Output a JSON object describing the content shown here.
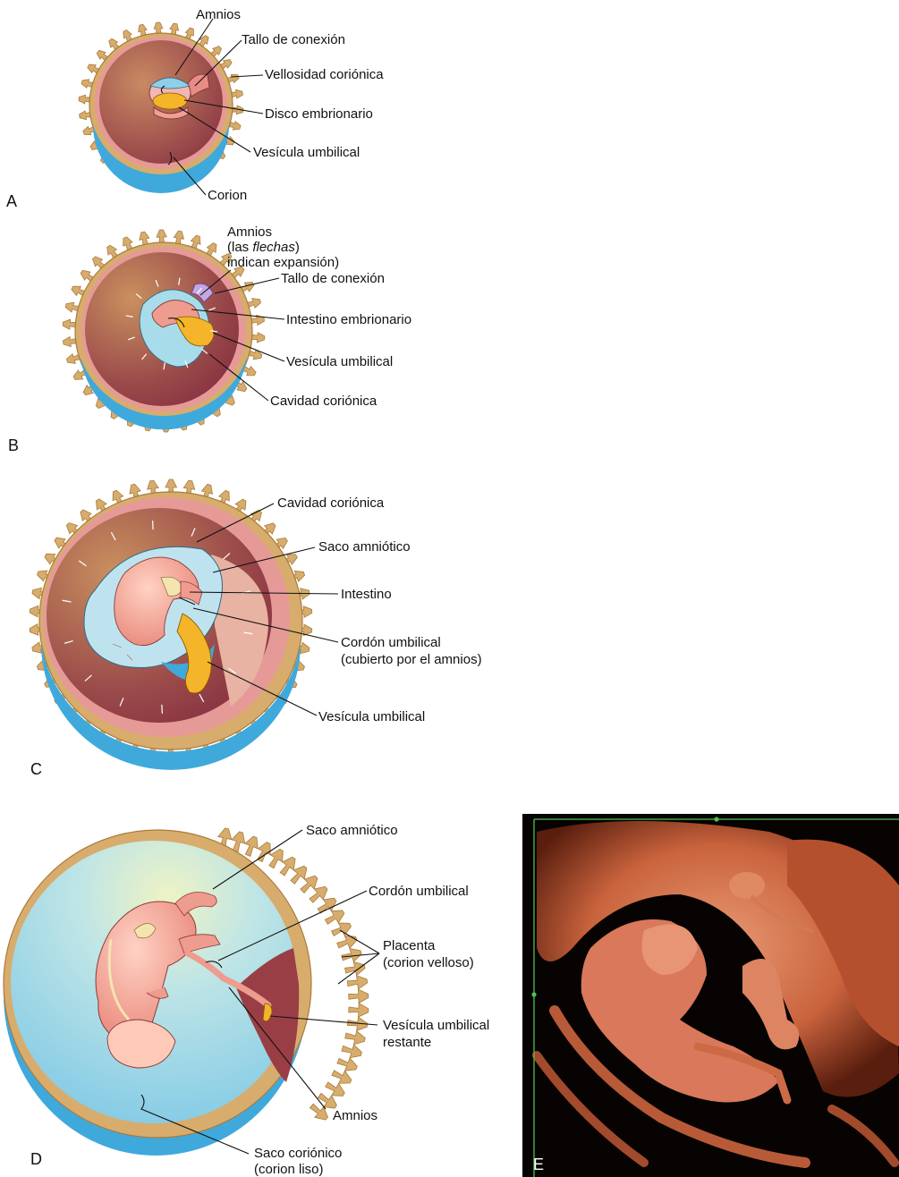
{
  "panels": {
    "A": {
      "letter": "A",
      "amnios": "Amnios",
      "tallo": "Tallo de conexión",
      "vellosidad": "Vellosidad coriónica",
      "disco": "Disco embrionario",
      "vesicula": "Vesícula umbilical",
      "corion": "Corion"
    },
    "B": {
      "letter": "B",
      "amnios_line1": "Amnios",
      "amnios_line2_pre": "(las ",
      "amnios_line2_em": "flechas",
      "amnios_line3": "indican expansión)",
      "tallo": "Tallo de conexión",
      "intestino": "Intestino embrionario",
      "vesicula": "Vesícula umbilical",
      "cavidad": "Cavidad coriónica"
    },
    "C": {
      "letter": "C",
      "cavidad": "Cavidad coriónica",
      "saco": "Saco amniótico",
      "intestino": "Intestino",
      "cordon_line1": "Cordón umbilical",
      "cordon_line2": "(cubierto por el amnios)",
      "vesicula": "Vesícula umbilical"
    },
    "D": {
      "letter": "D",
      "saco": "Saco amniótico",
      "cordon": "Cordón umbilical",
      "placenta_line1": "Placenta",
      "placenta_line2": "(corion velloso)",
      "vesicula_line1": "Vesícula umbilical",
      "vesicula_line2": "restante",
      "amnios": "Amnios",
      "corionico_line1": "Saco coriónico",
      "corionico_line2": "(corion liso)"
    },
    "E": {
      "letter": "E"
    }
  },
  "colors": {
    "villi": "#d8ac6c",
    "villi_stroke": "#a87c3c",
    "chorion_blue": "#3fa9dc",
    "cavity_brown": "#9a3e45",
    "cavity_light": "#d49a84",
    "pink_ring": "#e59a98",
    "amnion_blue": "#bfe3ee",
    "embryo_pink": "#ee9c8e",
    "yolk": "#f4b52a",
    "ultrasound_bg": "#060302",
    "ultrasound_tissue": "#c9633d",
    "frame_green": "#4fc04f"
  }
}
